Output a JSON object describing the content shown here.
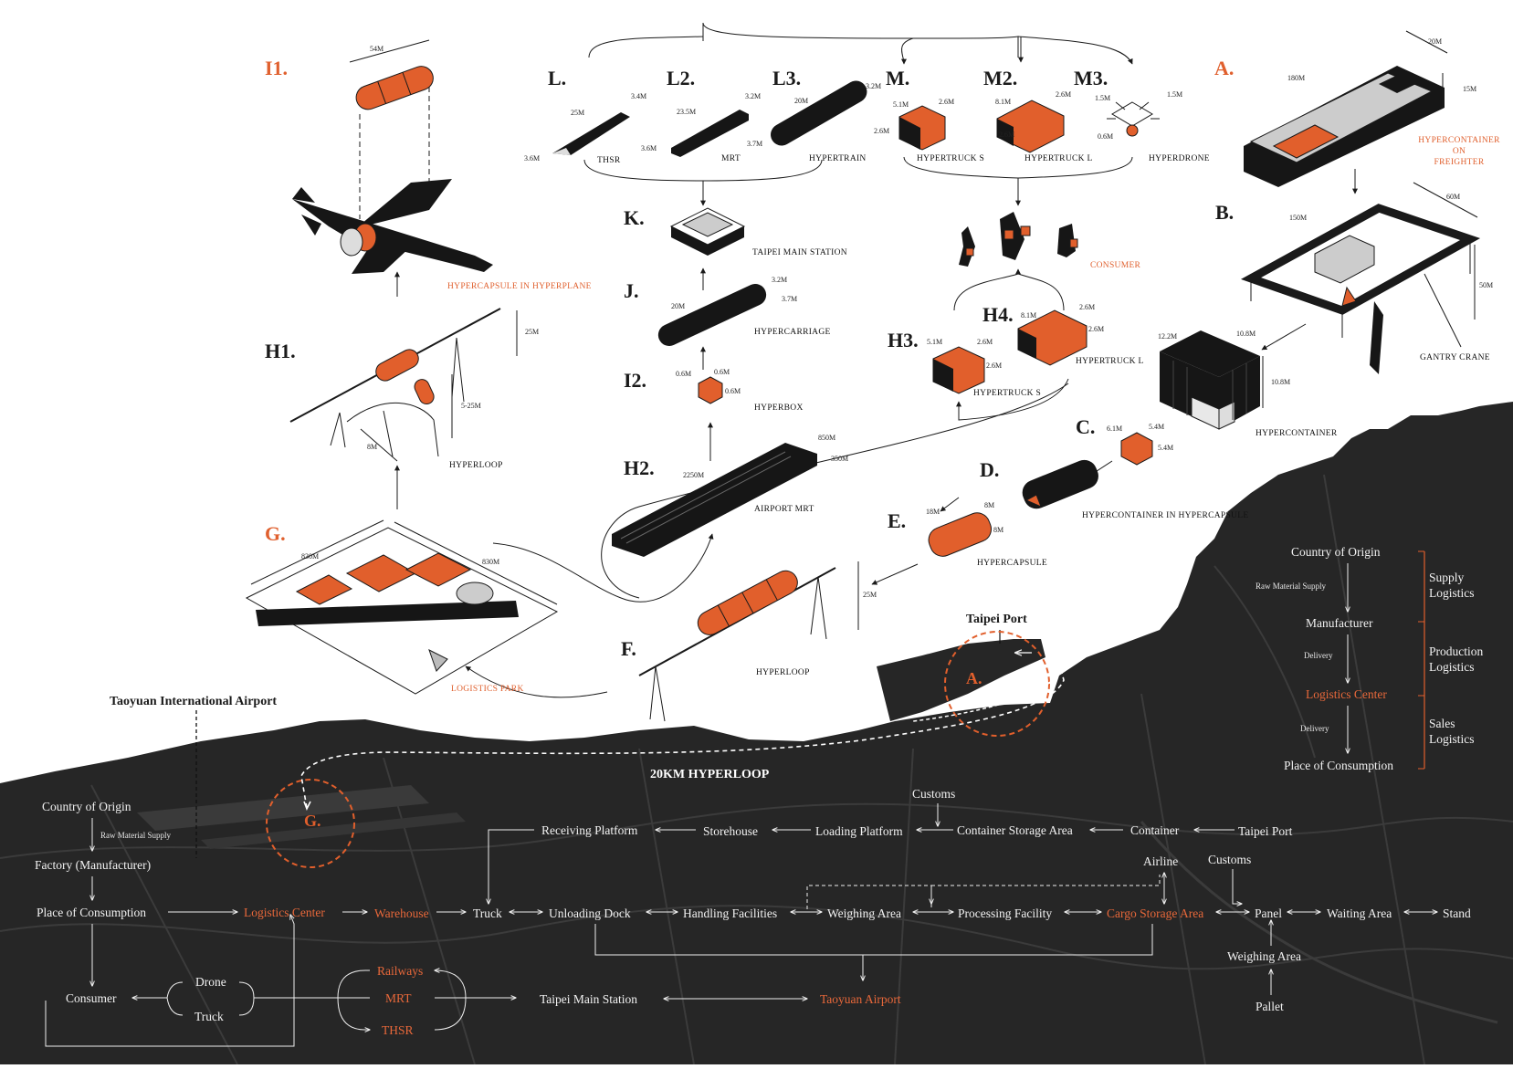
{
  "colors": {
    "accent": "#e15f2c",
    "map_land": "#262626",
    "ink": "#1a1a1a",
    "flow_text": "#f2f2f2"
  },
  "sections": {
    "I1": {
      "letter": "I1.",
      "label": "HYPERCAPSULE  IN  HYPERPLANE",
      "dim": "54M"
    },
    "H1": {
      "letter": "H1.",
      "label": "HYPERLOOP",
      "dims": [
        "25M",
        "5-25M",
        "8M"
      ]
    },
    "G": {
      "letter": "G.",
      "label": "LOGISTICS PARK",
      "dims": [
        "830M",
        "830M"
      ]
    },
    "L": {
      "letter": "L.",
      "label": "THSR",
      "dims": [
        "25M",
        "3.4M",
        "3.6M"
      ]
    },
    "L2": {
      "letter": "L2.",
      "label": "MRT",
      "dims": [
        "23.5M",
        "3.2M",
        "3.6M"
      ]
    },
    "L3": {
      "letter": "L3.",
      "label": "HYPERTRAIN",
      "dims": [
        "20M",
        "3.2M",
        "3.7M"
      ]
    },
    "M": {
      "letter": "M.",
      "label": "HYPERTRUCK S",
      "dims": [
        "5.1M",
        "2.6M",
        "2.6M"
      ]
    },
    "M2": {
      "letter": "M2.",
      "label": "HYPERTRUCK L",
      "dims": [
        "8.1M",
        "2.6M",
        "2.6M"
      ]
    },
    "M3": {
      "letter": "M3.",
      "label": "HYPERDRONE",
      "dims": [
        "1.5M",
        "1.5M",
        "0.6M"
      ]
    },
    "K": {
      "letter": "K.",
      "label": "TAIPEI MAIN STATION"
    },
    "J": {
      "letter": "J.",
      "label": "HYPERCARRIAGE",
      "dims": [
        "20M",
        "3.2M",
        "3.7M"
      ]
    },
    "I2": {
      "letter": "I2.",
      "label": "HYPERBOX",
      "dims": [
        "0.6M",
        "0.6M",
        "0.6M"
      ]
    },
    "H2": {
      "letter": "H2.",
      "label": "AIRPORT MRT",
      "dims": [
        "2250M",
        "850M",
        "350M"
      ]
    },
    "F": {
      "letter": "F.",
      "label": "HYPERLOOP",
      "dims": [
        "25M"
      ]
    },
    "E": {
      "letter": "E.",
      "label": "HYPERCAPSULE",
      "dims": [
        "18M",
        "8M",
        "8M"
      ]
    },
    "D": {
      "letter": "D.",
      "label": "HYPERCONTAINER  IN  HYPERCAPSULE"
    },
    "C": {
      "letter": "C.",
      "label": "",
      "dims": [
        "6.1M",
        "5.4M",
        "5.4M"
      ]
    },
    "H3": {
      "letter": "H3.",
      "label": "HYPERTRUCK S",
      "dims": [
        "5.1M",
        "2.6M",
        "2.6M"
      ]
    },
    "H4": {
      "letter": "H4.",
      "label": "HYPERTRUCK L",
      "dims": [
        "8.1M",
        "2.6M",
        "2.6M"
      ]
    },
    "A": {
      "letter": "A.",
      "label": "HYPERCONTAINER\nON\nFREIGHTER",
      "dims": [
        "180M",
        "20M",
        "15M"
      ]
    },
    "B": {
      "letter": "B.",
      "label": "GANTRY CRANE",
      "dims": [
        "150M",
        "60M",
        "50M"
      ]
    },
    "hypercontainer": {
      "label": "HYPERCONTAINER",
      "dims": [
        "12.2M",
        "10.8M",
        "10.8M"
      ]
    },
    "consumer": {
      "label": "CONSUMER"
    }
  },
  "map": {
    "airport_label": "Taoyuan International Airport",
    "port_label": "Taipei Port",
    "hyperloop_label": "20KM HYPERLOOP",
    "marker_g": "G.",
    "marker_a": "A."
  },
  "legend": {
    "country_of_origin": "Country of Origin",
    "raw_material_supply": "Raw Material Supply",
    "manufacturer": "Manufacturer",
    "delivery_1": "Delivery",
    "logistics_center": "Logistics Center",
    "delivery_2": "Delivery",
    "place_of_consumption": "Place of  Consumption",
    "supply_logistics": "Supply\nLogistics",
    "production_logistics": "Production\nLogistics",
    "sales_logistics": "Sales\nLogistics"
  },
  "flow": {
    "country_of_origin": "Country of Origin",
    "raw_material_supply": "Raw Material Supply",
    "factory": "Factory (Manufacturer)",
    "place_of_consumption": "Place of Consumption",
    "logistics_center": "Logistics Center",
    "warehouse": "Warehouse",
    "truck": "Truck",
    "unloading_dock": "Unloading  Dock",
    "handling_facilities": "Handling Facilities",
    "weighing_area": "Weighing Area",
    "processing_facility": "Processing Facility",
    "cargo_storage_area": "Cargo Storage Area",
    "panel": "Panel",
    "waiting_area": "Waiting  Area",
    "stand": "Stand",
    "airline": "Airline",
    "customs_right": "Customs",
    "weighing_area_2": "Weighing  Area",
    "pallet": "Pallet",
    "customs_top": "Customs",
    "receiving_platform": "Receiving Platform",
    "storehouse": "Storehouse",
    "loading_platform": "Loading Platform",
    "container_storage_area": "Container Storage Area",
    "container": "Container",
    "taipei_port": "Taipei Port",
    "consumer": "Consumer",
    "drone": "Drone",
    "truck_2": "Truck",
    "railways": "Railways",
    "mrt": "MRT",
    "thsr": "THSR",
    "taipei_main_station": "Taipei Main Station",
    "taoyuan_airport": "Taoyuan Airport"
  }
}
